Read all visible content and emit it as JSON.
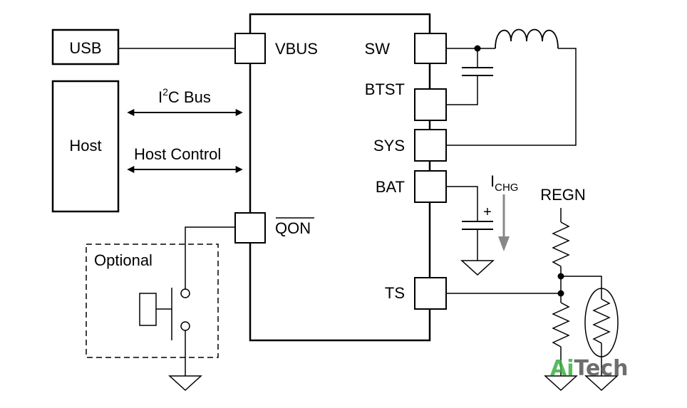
{
  "blocks": {
    "usb": "USB",
    "host": "Host",
    "optional": "Optional"
  },
  "buses": {
    "i2c_prefix": "I",
    "i2c_sup": "2",
    "i2c_suffix": "C Bus",
    "host_control": "Host Control"
  },
  "pins": {
    "vbus": "VBUS",
    "qon": "QON",
    "sw": "SW",
    "btst": "BTST",
    "sys": "SYS",
    "bat": "BAT",
    "ts": "TS"
  },
  "labels": {
    "ichg_main": "I",
    "ichg_sub": "CHG",
    "regn": "REGN",
    "plus": "+"
  },
  "watermark": {
    "part1": "Ai",
    "part2": "Tech",
    "color1": "#3cb043",
    "color2": "#555555"
  }
}
